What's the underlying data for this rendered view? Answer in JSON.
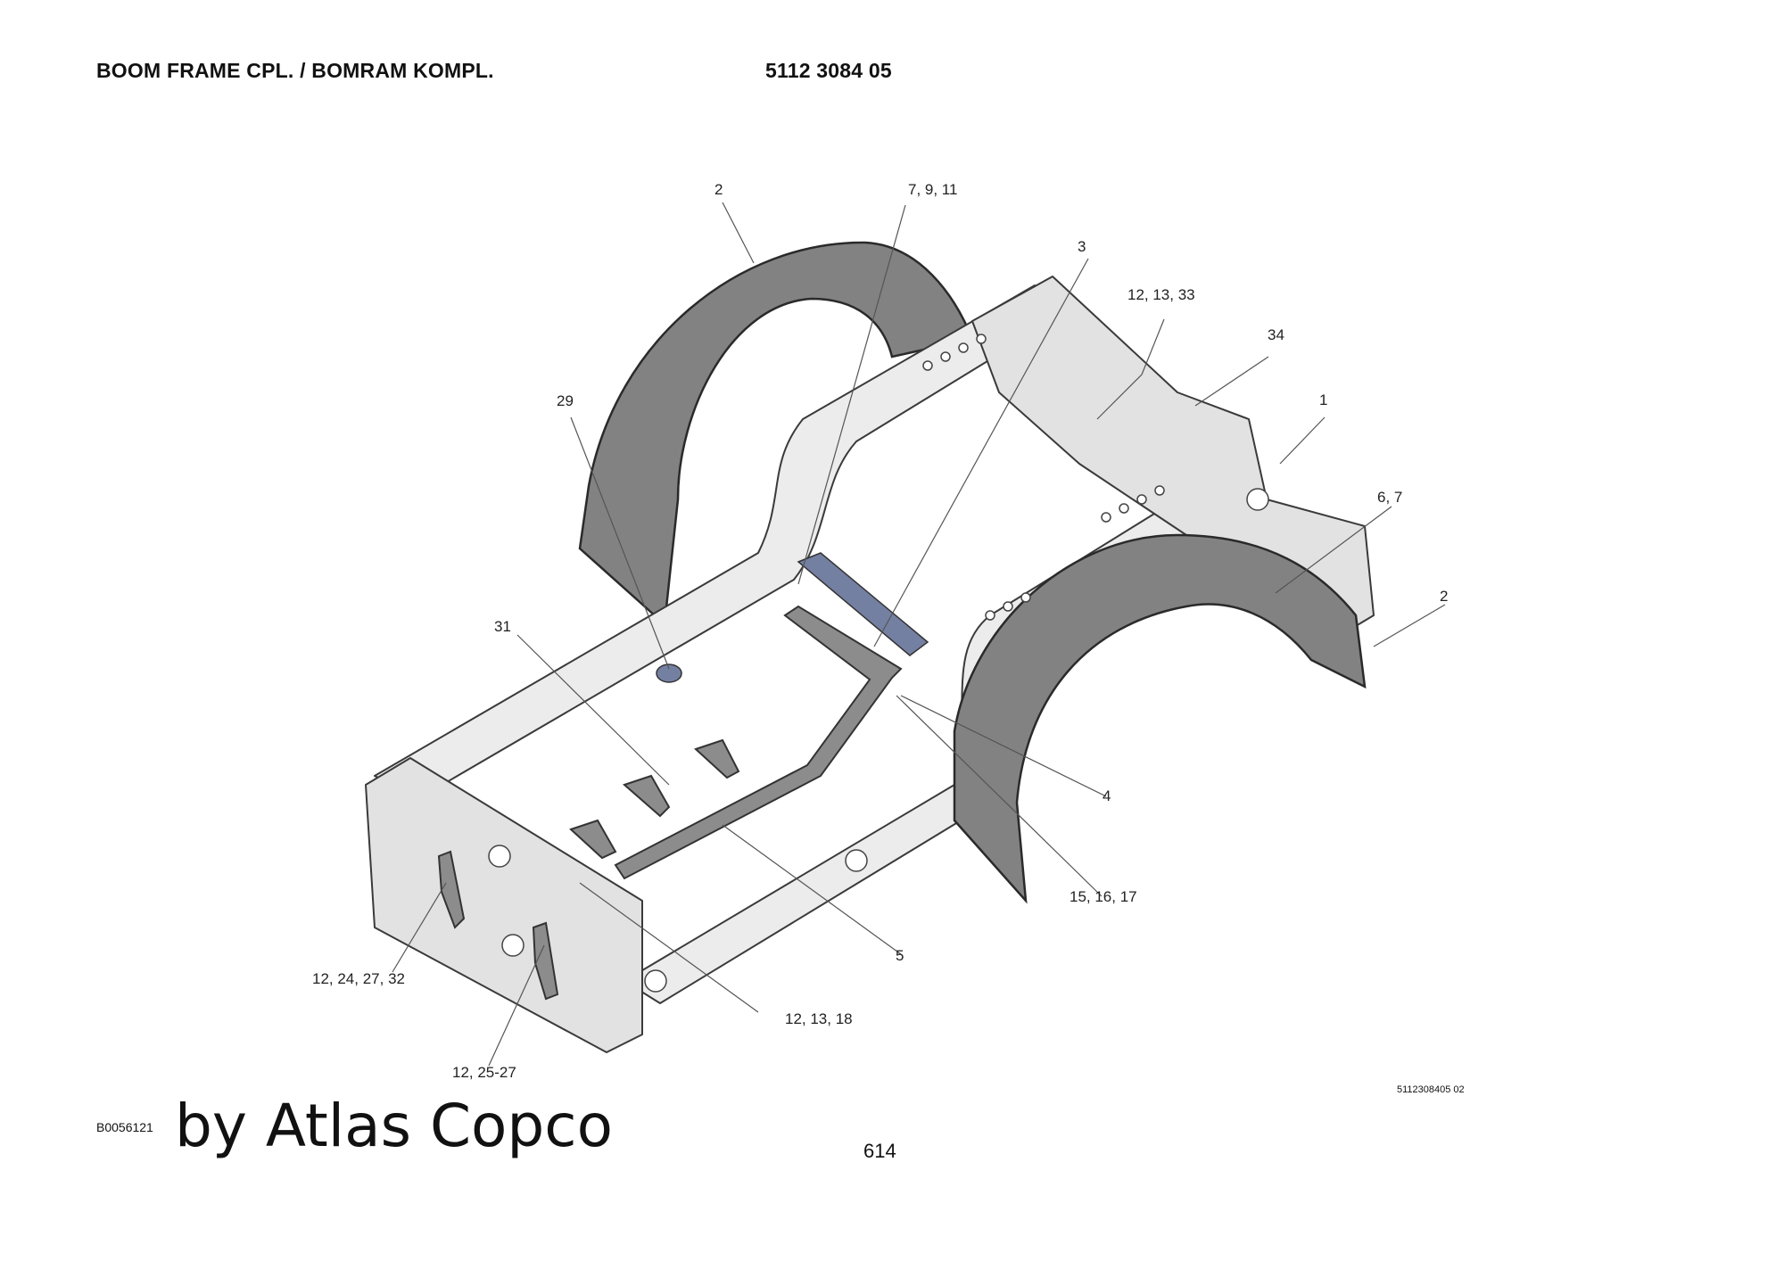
{
  "header": {
    "title": "BOOM FRAME CPL. / BOMRAM KOMPL.",
    "part_number": "5112 3084 05"
  },
  "callouts": {
    "c_2_left": "2",
    "c_7_9_11": "7, 9, 11",
    "c_3": "3",
    "c_12_13_33": "12, 13, 33",
    "c_34": "34",
    "c_29": "29",
    "c_1": "1",
    "c_6_7": "6, 7",
    "c_2_right": "2",
    "c_31": "31",
    "c_4": "4",
    "c_15_16_17": "15, 16, 17",
    "c_5": "5",
    "c_12_24_27_32": "12, 24, 27, 32",
    "c_12_13_18": "12, 13, 18",
    "c_12_25_27": "12, 25-27"
  },
  "footer": {
    "drawing_ref": "5112308405 02",
    "b_code": "B0056121",
    "brand": "by Atlas Copco",
    "page_number": "614"
  },
  "colors": {
    "frame": "#ececec",
    "fender": "#828282",
    "highlight_parts": "#7480a2"
  }
}
